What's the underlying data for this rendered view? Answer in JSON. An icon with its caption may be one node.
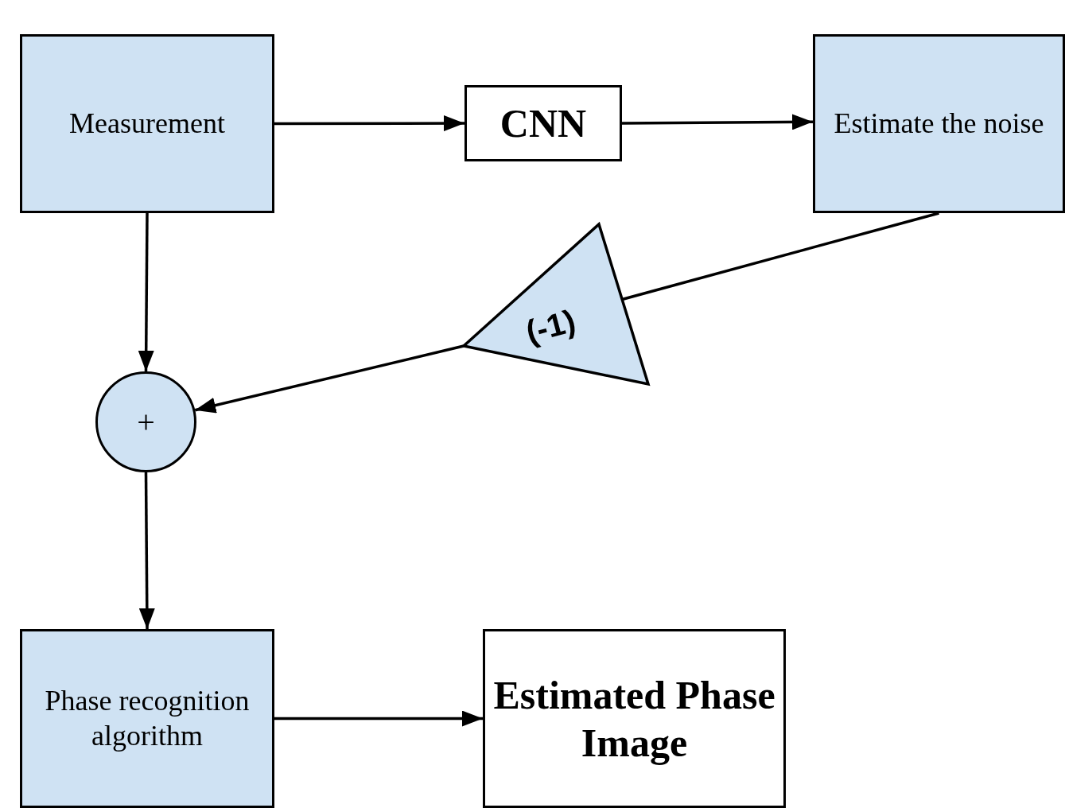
{
  "diagram": {
    "nodes": [
      {
        "text": [
          "Measurement"
        ]
      },
      {
        "text": [
          "CNN"
        ]
      },
      {
        "text": [
          "Estimate the noise"
        ]
      },
      {
        "text": [
          "(-1)"
        ]
      },
      {
        "text": [
          "+"
        ]
      },
      {
        "text": [
          "Phase recognition algorithm"
        ]
      },
      {
        "text": [
          "Estimated Phase Image"
        ]
      }
    ],
    "edges": [
      {
        "from": 0,
        "to": 1,
        "arrow": "to"
      },
      {
        "from": 1,
        "to": 2,
        "arrow": "to"
      },
      {
        "from": 2,
        "to": 3,
        "arrow": "none"
      },
      {
        "from": 3,
        "to": 4,
        "arrow": "to"
      },
      {
        "from": 0,
        "to": 4,
        "arrow": "to"
      },
      {
        "from": 4,
        "to": 5,
        "arrow": "to"
      },
      {
        "from": 5,
        "to": 6,
        "arrow": "to"
      }
    ]
  }
}
